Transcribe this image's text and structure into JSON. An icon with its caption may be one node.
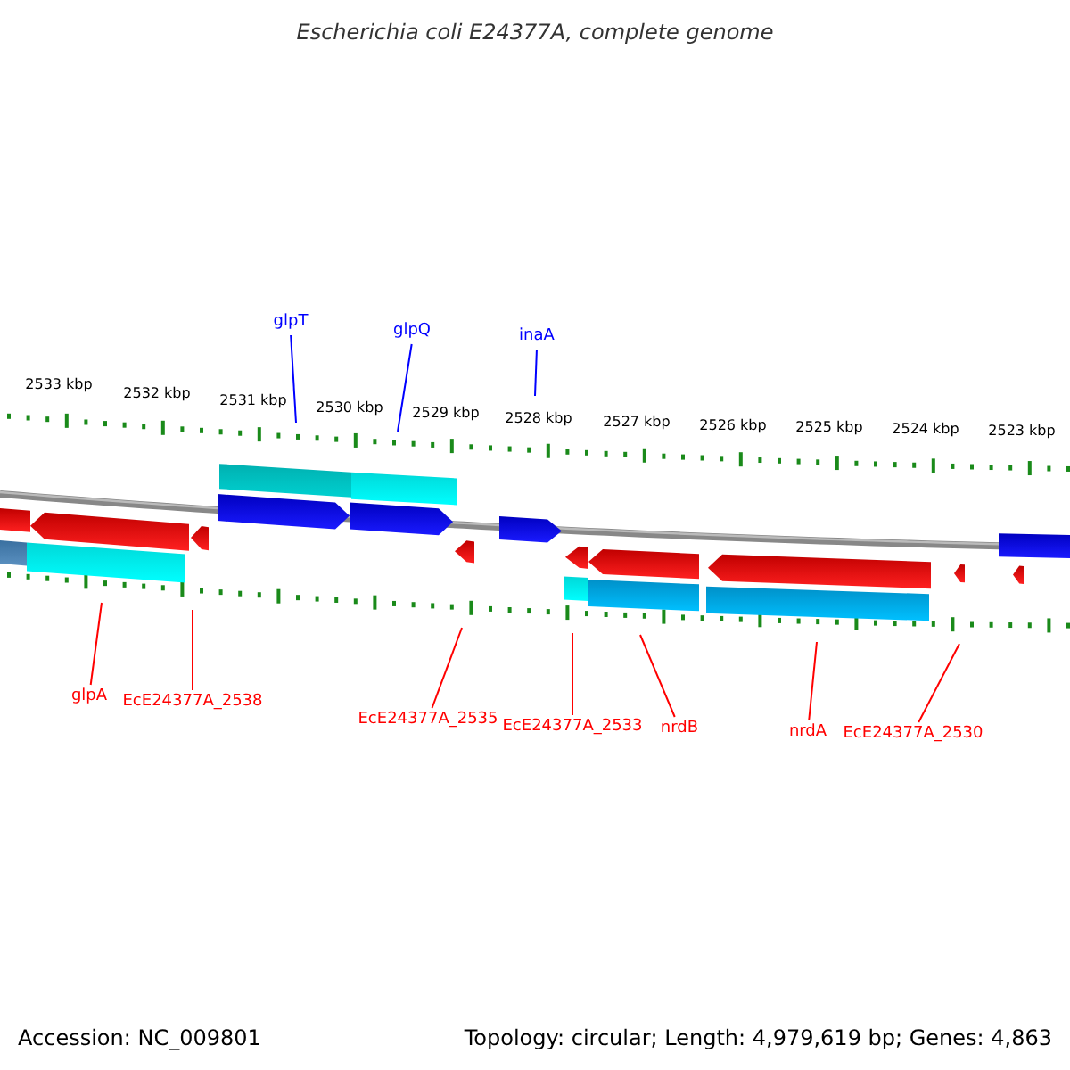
{
  "diagram": {
    "title": "Escherichia coli E24377A, complete genome",
    "nodes": [
      {
        "text": [
          "glpT"
        ]
      },
      {
        "text": [
          "glpQ"
        ]
      },
      {
        "text": [
          "inaA"
        ]
      },
      {
        "text": [
          "glpA"
        ]
      },
      {
        "text": [
          "EcE24377A_2538"
        ]
      },
      {
        "text": [
          "EcE24377A_2535"
        ]
      },
      {
        "text": [
          "EcE24377A_2533"
        ]
      },
      {
        "text": [
          "nrdB"
        ]
      },
      {
        "text": [
          "nrdA"
        ]
      },
      {
        "text": [
          "EcE24377A_2530"
        ]
      }
    ],
    "edges": [
      {
        "from": 0,
        "to": null,
        "arrow": "none",
        "color": "#0000ff"
      },
      {
        "from": 1,
        "to": null,
        "arrow": "none",
        "color": "#0000ff"
      },
      {
        "from": 2,
        "to": null,
        "arrow": "none",
        "color": "#0000ff"
      },
      {
        "from": 3,
        "to": null,
        "arrow": "none"
      },
      {
        "from": 4,
        "to": null,
        "arrow": "none"
      },
      {
        "from": 5,
        "to": null,
        "arrow": "none"
      },
      {
        "from": 6,
        "to": null,
        "arrow": "none"
      },
      {
        "from": 7,
        "to": null,
        "arrow": "none"
      },
      {
        "from": 8,
        "to": null,
        "arrow": "none"
      },
      {
        "from": 9,
        "to": null,
        "arrow": "none"
      }
    ],
    "labels": [
      "2533 kbp",
      "2532 kbp",
      "2531 kbp",
      "2530 kbp",
      "2529 kbp",
      "2528 kbp",
      "2527 kbp",
      "2526 kbp",
      "2525 kbp",
      "2524 kbp",
      "2523 kbp",
      "Accession: NC_009801",
      "Topology: circular; Length: 4,979,619 bp; Genes: 4,863"
    ]
  }
}
